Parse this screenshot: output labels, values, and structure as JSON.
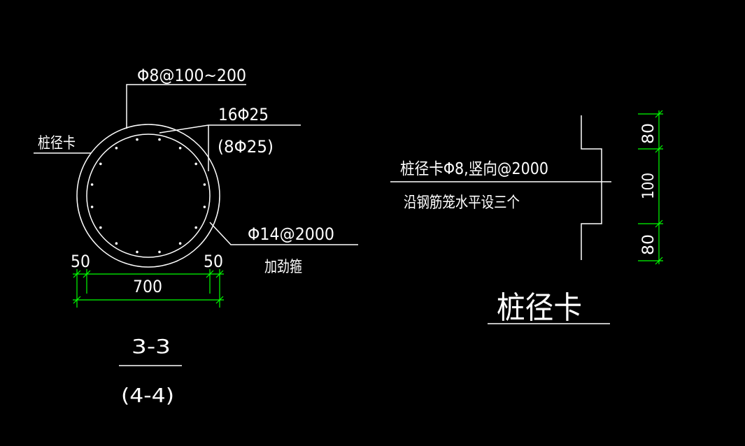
{
  "colors": {
    "background": "#000000",
    "linework": "#ffffff",
    "dimension": "#00ff00"
  },
  "section": {
    "stirrup_label": "Φ8@100~200",
    "main_bar_label": "16Φ25",
    "main_bar_alt_label": "(8Φ25)",
    "pile_clip_label": "桩径卡",
    "stiffener_bar_label": "Φ14@2000",
    "stiffener_ring_label": "加劲箍",
    "dim_left_cover": "50",
    "dim_right_cover": "50",
    "dim_diameter": "700",
    "title": "3-3",
    "subtitle": "(4-4)"
  },
  "detail": {
    "note_line1": "桩径卡Φ8,竖向@2000",
    "note_line2": "沿钢筋笼水平设三个",
    "dim_top": "80",
    "dim_middle": "100",
    "dim_bottom": "80",
    "title": "桩径卡"
  }
}
